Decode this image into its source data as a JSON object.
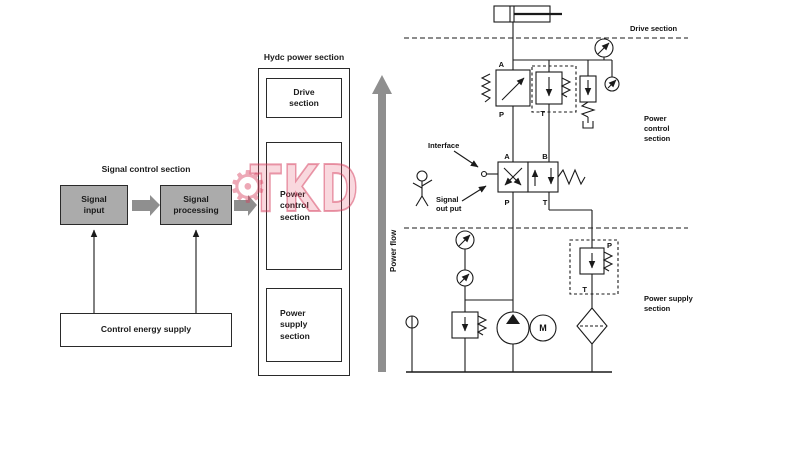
{
  "watermark": "TKD",
  "signal_section": {
    "title": "Signal control section",
    "input_label": "Signal input",
    "processing_label": "Signal processing",
    "energy_label": "Control energy supply"
  },
  "hydc_section": {
    "title": "Hydc power section",
    "drive_label": "Drive section",
    "control_label": "Power control section",
    "supply_label": "Power supply section",
    "flow_label": "Power flow"
  },
  "circuit": {
    "drive_section_label": "Drive section",
    "control_lines": [
      "Power",
      "control",
      "section"
    ],
    "supply_lines": [
      "Power supply",
      "section"
    ],
    "interface_label": "Interface",
    "signal_out_lines": [
      "Signal",
      "out put"
    ],
    "ports": {
      "a": "A",
      "b": "B",
      "p": "P",
      "t": "T",
      "m": "M"
    }
  },
  "colors": {
    "box_gray": "#ababab",
    "arrow_gray": "#8f8f8f",
    "watermark_pink": "#d63e5e",
    "line": "#1a1a1a"
  }
}
